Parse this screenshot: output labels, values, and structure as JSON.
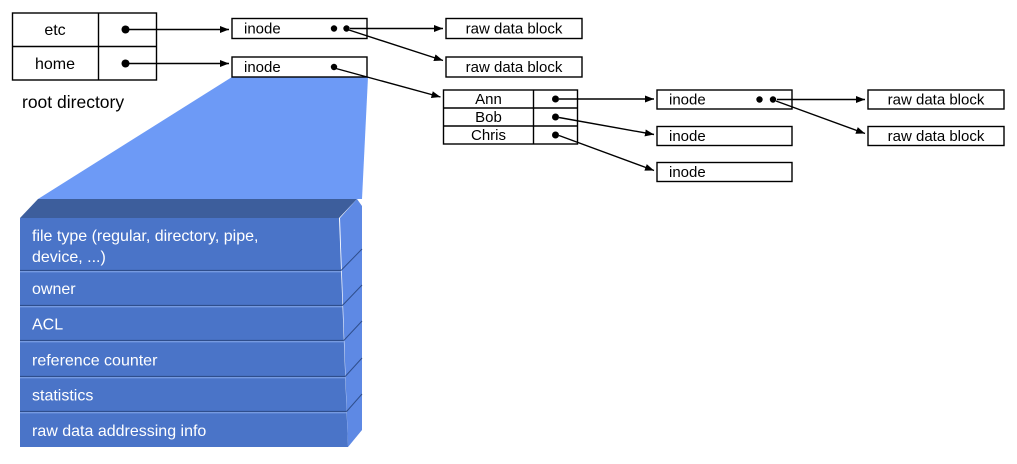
{
  "labels": {
    "inode": "inode",
    "raw_block": "raw data block"
  },
  "root_table": {
    "caption": "root directory",
    "rows": [
      "etc",
      "home"
    ]
  },
  "user_table": {
    "rows": [
      "Ann",
      "Bob",
      "Chris"
    ]
  },
  "inode_detail": {
    "rows": [
      {
        "lines": [
          "file type (regular, directory, pipe,",
          "device, ...)"
        ]
      },
      {
        "lines": [
          "owner"
        ]
      },
      {
        "lines": [
          "ACL"
        ]
      },
      {
        "lines": [
          "reference counter"
        ]
      },
      {
        "lines": [
          "statistics"
        ]
      },
      {
        "lines": [
          "raw data addressing info"
        ]
      }
    ]
  },
  "colors": {
    "funnel": "#6D9AF6",
    "stack_top": "#3D5E9C",
    "stack_front": "#4A74C8",
    "stack_side": "#5E89E4",
    "divider_dark": "#2F4E8C",
    "divider_light": "#88A9EE",
    "stack_text": "#FFFFFF"
  }
}
